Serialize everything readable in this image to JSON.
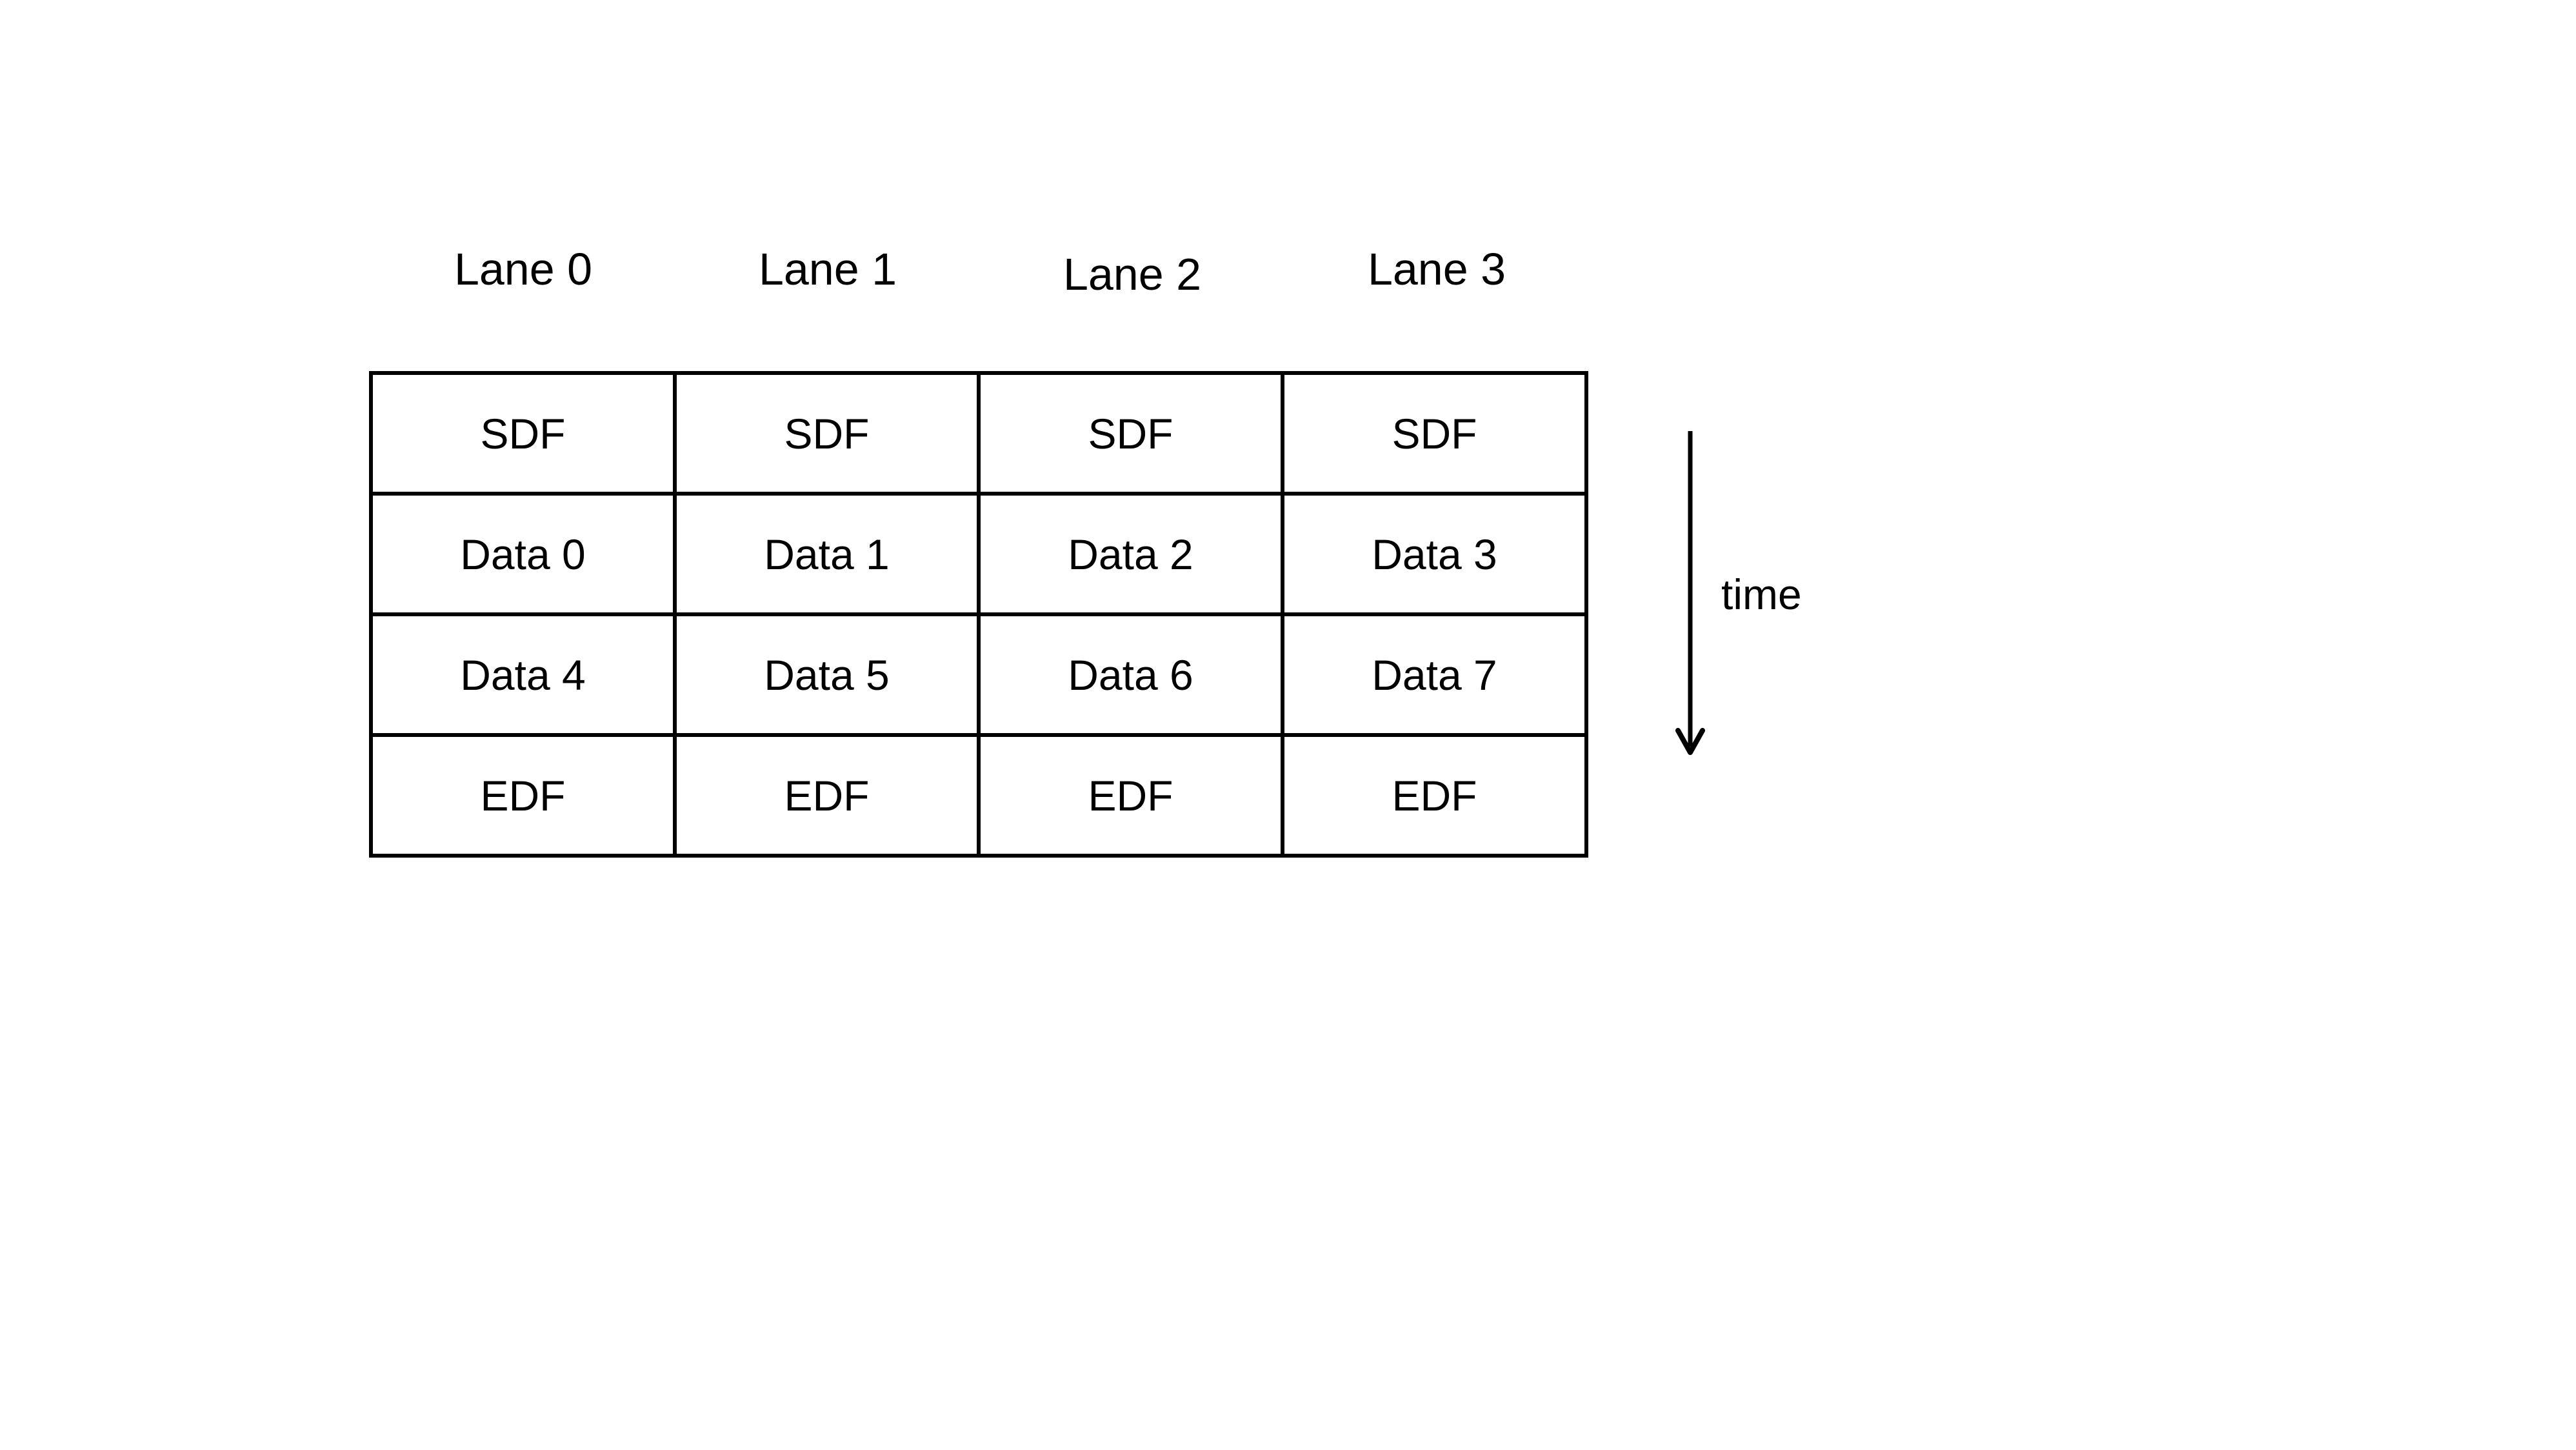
{
  "diagram": {
    "lane_labels": [
      "Lane 0",
      "Lane 1",
      "Lane 2",
      "Lane 3"
    ],
    "table": {
      "rows": [
        {
          "cells": [
            "SDF",
            "SDF",
            "SDF",
            "SDF"
          ]
        },
        {
          "cells": [
            "Data 0",
            "Data 1",
            "Data 2",
            "Data 3"
          ]
        },
        {
          "cells": [
            "Data 4",
            "Data 5",
            "Data 6",
            "Data 7"
          ]
        },
        {
          "cells": [
            "EDF",
            "EDF",
            "EDF",
            "EDF"
          ]
        }
      ]
    },
    "time_axis": {
      "label": "time",
      "direction": "down"
    },
    "colors": {
      "line": "#000000",
      "text": "#000000",
      "background": "#ffffff"
    }
  }
}
